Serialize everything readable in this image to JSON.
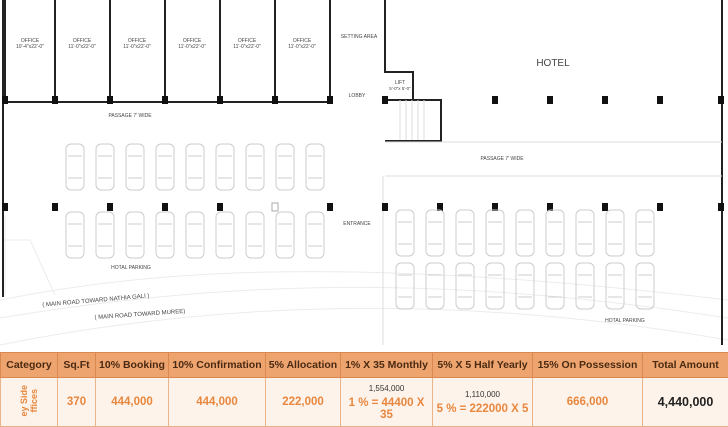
{
  "plan": {
    "offices": [
      {
        "label": "OFFICE",
        "size": "10'-4\"x22'-0\""
      },
      {
        "label": "OFFICE",
        "size": "11'-0\"x22'-0\""
      },
      {
        "label": "OFFICE",
        "size": "11'-0\"x22'-0\""
      },
      {
        "label": "OFFICE",
        "size": "11'-0\"x22'-0\""
      },
      {
        "label": "OFFICE",
        "size": "11'-0\"x22'-0\""
      },
      {
        "label": "OFFICE",
        "size": "11'-0\"x22'-0\""
      }
    ],
    "setting_area": "SETTING AREA",
    "lobby": "LOBBY",
    "hotel": "HOTEL",
    "lift": "LIFT",
    "lift_size": "5'-0\"x 5'-0\"",
    "passage_left": "PASSAGE 7' WIDE",
    "passage_right": "PASSAGE 7' WIDE",
    "entrance": "ENTRANCE",
    "parking_left": "HOTAL PARKING",
    "parking_right": "HOTAL PARKING",
    "road_1": "( MAIN ROAD TOWARD NATHIA GALI )",
    "road_2": "( MAIN ROAD TOWARD MUREE)"
  },
  "table": {
    "headers": [
      "Category",
      "Sq.Ft",
      "10% Booking",
      "10% Confirmation",
      "5% Allocation",
      "1% X 35 Monthly",
      "5% X 5 Half Yearly",
      "15% On Possession",
      "Total Amount"
    ],
    "row": {
      "category_line1": "ey Side",
      "category_line2": "ffices",
      "sqft": "370",
      "booking": "444,000",
      "confirmation": "444,000",
      "allocation": "222,000",
      "monthly_total": "1,554,000",
      "monthly_formula": "1 % = 44400 X 35",
      "half_yearly_total": "1,110,000",
      "half_yearly_formula": "5 % = 222000 X 5",
      "possession": "666,000",
      "total": "4,440,000"
    }
  }
}
